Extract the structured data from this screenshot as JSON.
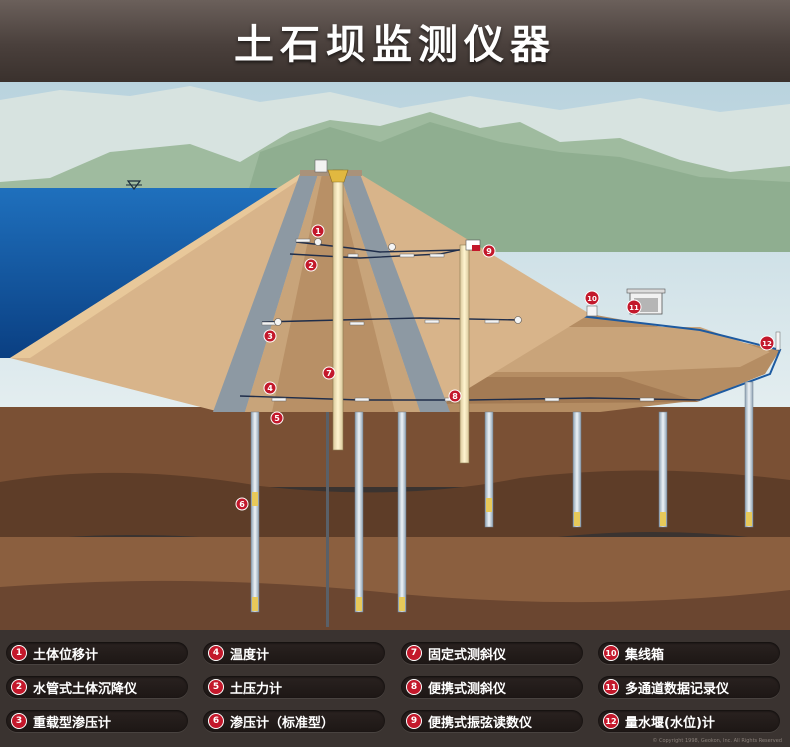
{
  "title": "土石坝监测仪器",
  "callouts": [
    "1",
    "2",
    "3",
    "4",
    "5",
    "6",
    "7",
    "8",
    "9",
    "10",
    "11",
    "12"
  ],
  "legend": [
    {
      "num": "1",
      "label": "土体位移计"
    },
    {
      "num": "2",
      "label": "水管式土体沉降仪"
    },
    {
      "num": "3",
      "label": "重载型渗压计"
    },
    {
      "num": "4",
      "label": "温度计"
    },
    {
      "num": "5",
      "label": "土压力计"
    },
    {
      "num": "6",
      "label": "渗压计（标准型）"
    },
    {
      "num": "7",
      "label": "固定式测斜仪"
    },
    {
      "num": "8",
      "label": "便携式测斜仪"
    },
    {
      "num": "9",
      "label": "便携式振弦读数仪"
    },
    {
      "num": "10",
      "label": "集线箱"
    },
    {
      "num": "11",
      "label": "多通道数据记录仪"
    },
    {
      "num": "12",
      "label": "量水堰(水位)计"
    }
  ],
  "copyright": "© Copyright 1998, Geokon, Inc. All Rights Reserved",
  "colors": {
    "water": "#0f5aa8",
    "sky": "#c9dee6",
    "foundation": "#6a4530",
    "callout": "#c3182b"
  }
}
